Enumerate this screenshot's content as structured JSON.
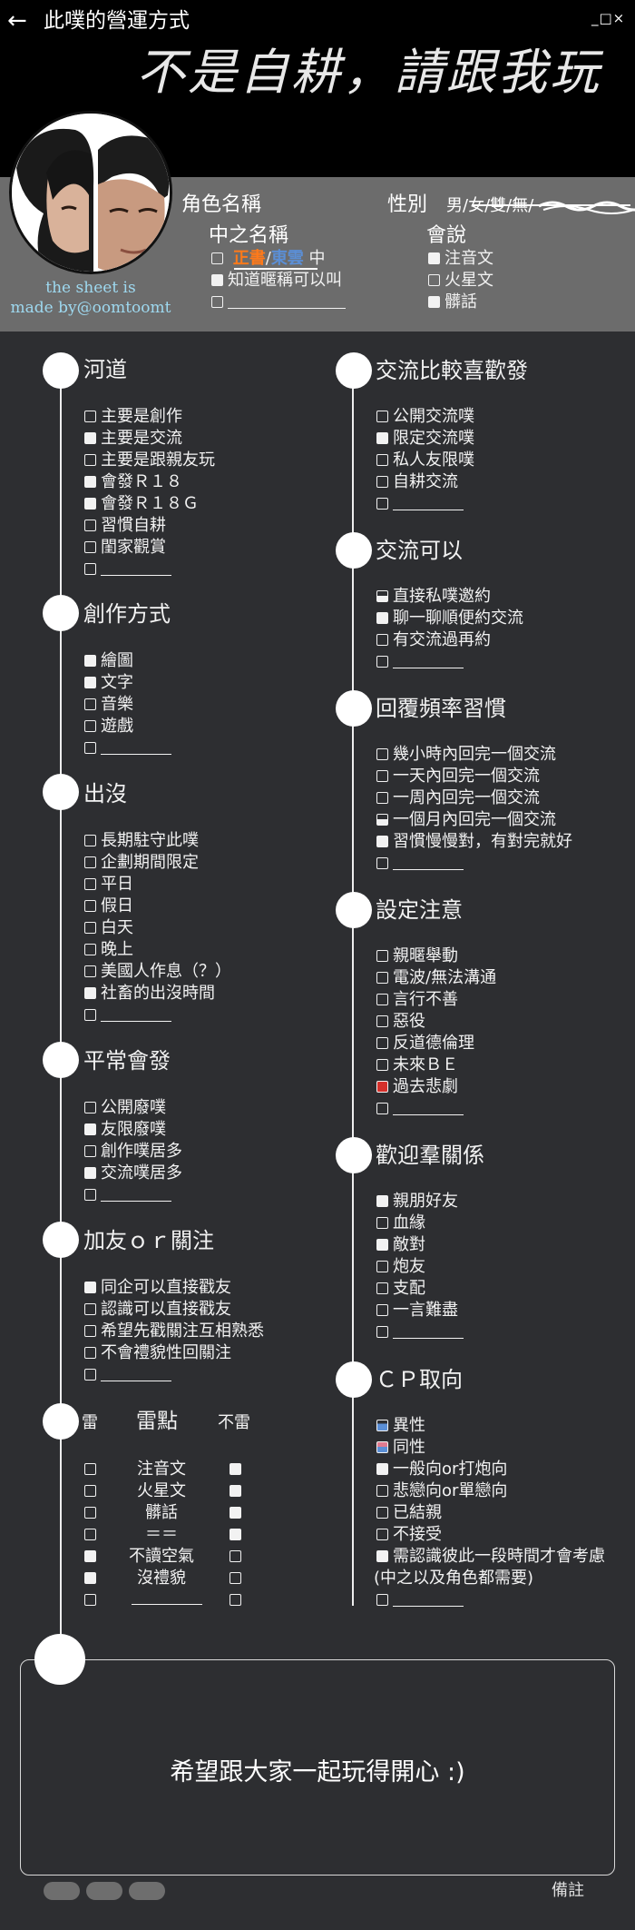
{
  "topbar": {
    "back_glyph": "←",
    "title": "此噗的營運方式",
    "window_controls": "_□×"
  },
  "banner": "不是自耕，請跟我玩",
  "credit": {
    "line1": "the sheet is",
    "line2": "made by@oomtoomt"
  },
  "profile": {
    "role_name_label": "角色名稱",
    "gender_label": "性別",
    "gender_options": "男/女/雙/無/",
    "chinese_name_label": "中之名稱",
    "cn_opt1_a": "正書",
    "cn_opt1_sep": "/",
    "cn_opt1_b": "東雲",
    "cn_opt1_suffix": "中",
    "cn_opt2": "知道暱稱可以叫",
    "speak_label": "會說",
    "speak_opts": [
      "注音文",
      "火星文",
      "髒話"
    ]
  },
  "left_sections": [
    {
      "title": "河道",
      "items": [
        "主要是創作",
        "主要是交流",
        "主要是跟親友玩",
        "會發Ｒ１８",
        "會發Ｒ１８Ｇ",
        "習慣自耕",
        "閨家觀賞"
      ]
    },
    {
      "title": "創作方式",
      "items": [
        "繪圖",
        "文字",
        "音樂",
        "遊戲"
      ]
    },
    {
      "title": "出沒",
      "items": [
        "長期駐守此噗",
        "企劃期間限定",
        "平日",
        "假日",
        "白天",
        "晚上",
        "美國人作息（？）",
        "社畜的出沒時間"
      ]
    },
    {
      "title": "平常會發",
      "items": [
        "公開廢噗",
        "友限廢噗",
        "創作噗居多",
        "交流噗居多"
      ]
    },
    {
      "title": "加友ｏｒ關注",
      "items": [
        "同企可以直接戳友",
        "認識可以直接戳友",
        "希望先戳關注互相熟悉",
        "不會禮貌性回關注"
      ]
    }
  ],
  "mines": {
    "left_label": "雷",
    "title": "雷點",
    "right_label": "不雷",
    "items": [
      "注音文",
      "火星文",
      "髒話",
      "＝＝",
      "不讀空氣",
      "沒禮貌"
    ]
  },
  "right_sections": [
    {
      "title": "交流比較喜歡發",
      "items": [
        "公開交流噗",
        "限定交流噗",
        "私人友限噗",
        "自耕交流"
      ]
    },
    {
      "title": "交流可以",
      "items": [
        "直接私噗邀約",
        "聊一聊順便約交流",
        "有交流過再約"
      ]
    },
    {
      "title": "回覆頻率習慣",
      "items": [
        "幾小時內回完一個交流",
        "一天內回完一個交流",
        "一周內回完一個交流",
        "一個月內回完一個交流",
        "習慣慢慢對，有對完就好"
      ]
    },
    {
      "title": "設定注意",
      "items": [
        "親暱舉動",
        "電波/無法溝通",
        "言行不善",
        "惡役",
        "反道德倫理",
        "未來ＢＥ",
        "過去悲劇"
      ]
    },
    {
      "title": "歡迎羣關係",
      "items": [
        "親朋好友",
        "血緣",
        "敵對",
        "炮友",
        "支配",
        "一言難盡"
      ]
    },
    {
      "title": "ＣＰ取向",
      "items": [
        "異性",
        "同性",
        "一般向or打炮向",
        "悲戀向or單戀向",
        "已結親",
        "不接受",
        "需認識彼此一段時間才會考慮",
        "(中之以及角色都需要)"
      ]
    }
  ],
  "footer": {
    "message": "希望跟大家一起玩得開心 :)",
    "notes_label": "備註"
  },
  "colors": {
    "page_bg": "#2d2e31",
    "top_band": "#000000",
    "profile_band": "#6c6c6c",
    "credit": "#9ed9f0",
    "accent_orange": "#ff7a1a",
    "accent_blue": "#5b8fd6",
    "checked_red": "#d4302b"
  }
}
